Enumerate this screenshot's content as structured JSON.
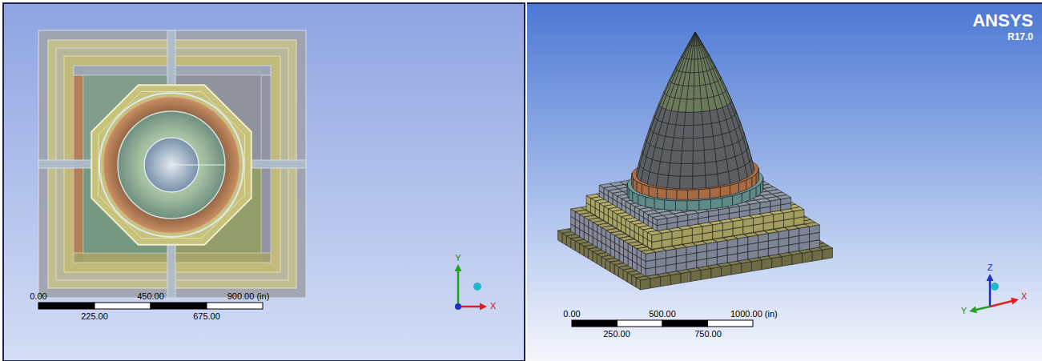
{
  "diagram": {
    "labels": [
      "0.00",
      "450.00",
      "900.00 (in)",
      "225.00",
      "675.00",
      "Y",
      "X",
      "ANSYS",
      "R17.0",
      "0.00",
      "500.00",
      "1000.00 (in)",
      "250.00",
      "750.00",
      "Z",
      "Y",
      "X"
    ]
  }
}
